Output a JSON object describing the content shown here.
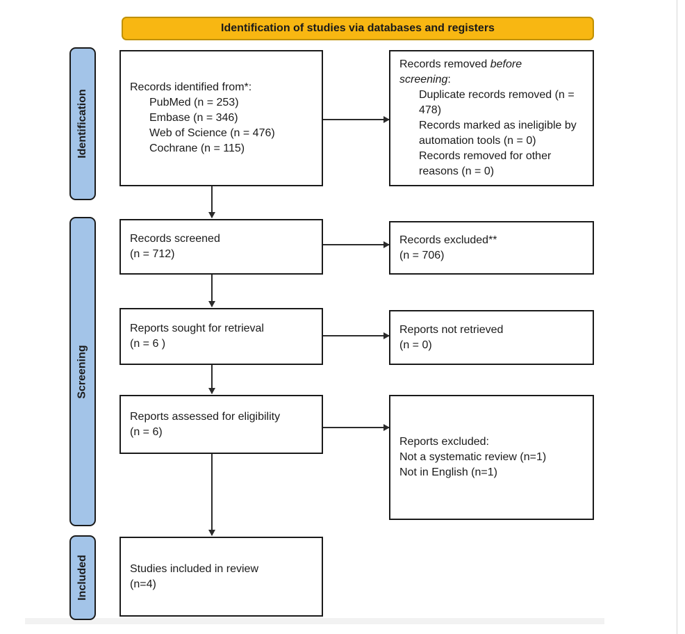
{
  "banner": {
    "title": "Identification of studies via databases and registers"
  },
  "stages": {
    "identification": "Identification",
    "screening": "Screening",
    "included": "Included"
  },
  "colors": {
    "banner_bg": "#F8B712",
    "banner_border": "#BF9000",
    "stage_bg": "#A3C4E8",
    "box_border": "#1A1A1A",
    "arrow": "#2B2B2B"
  },
  "boxes": {
    "identified": {
      "title": "Records identified from*:",
      "items": [
        "PubMed (n = 253)",
        "Embase (n = 346)",
        "Web of Science (n = 476)",
        "Cochrane (n = 115)"
      ]
    },
    "removed": {
      "title_prefix": "Records removed ",
      "title_italic": "before screening",
      "title_suffix": ":",
      "items": [
        "Duplicate records removed  (n = 478)",
        "Records marked as ineligible by automation tools (n = 0)",
        "Records removed for other reasons (n = 0)"
      ]
    },
    "screened": {
      "line1": "Records screened",
      "line2": "(n = 712)"
    },
    "excluded": {
      "line1": "Records excluded**",
      "line2": "(n = 706)"
    },
    "sought": {
      "line1": "Reports sought for retrieval",
      "line2": "(n = 6 )"
    },
    "not_retrieved": {
      "line1": "Reports not retrieved",
      "line2": "(n = 0)"
    },
    "assessed": {
      "line1": "Reports assessed for eligibility",
      "line2": "(n = 6)"
    },
    "reports_excluded": {
      "lines": [
        "Reports excluded:",
        "Not a systematic review (n=1)",
        "Not in English (n=1)"
      ]
    },
    "included_studies": {
      "line1": "Studies included in review",
      "line2": "(n=4)"
    }
  }
}
